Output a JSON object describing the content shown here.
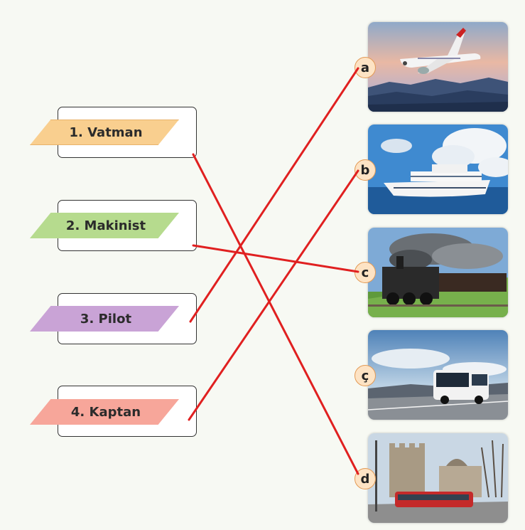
{
  "left_items": [
    {
      "label": "1. Vatman",
      "color": "#f9cf8f"
    },
    {
      "label": "2. Makinist",
      "color": "#b6db8e"
    },
    {
      "label": "3. Pilot",
      "color": "#c9a3d6"
    },
    {
      "label": "4. Kaptan",
      "color": "#f7a69a"
    }
  ],
  "right_items": [
    {
      "letter": "a",
      "image": "airplane-photo"
    },
    {
      "letter": "b",
      "image": "cruise-ship-photo"
    },
    {
      "letter": "c",
      "image": "steam-train-photo"
    },
    {
      "letter": "ç",
      "image": "bus-photo"
    },
    {
      "letter": "d",
      "image": "tram-photo"
    }
  ],
  "connection_color": "#e02020"
}
